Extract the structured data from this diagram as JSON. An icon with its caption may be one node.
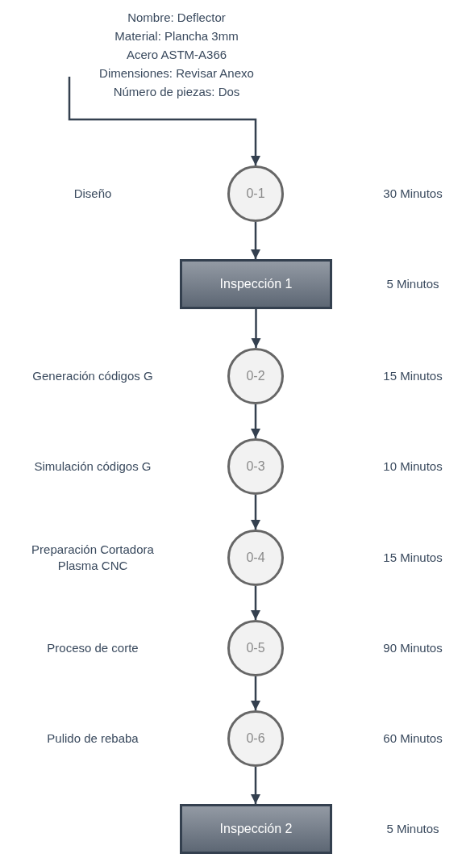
{
  "diagram": {
    "nodes": [
      {
        "text": [
          "Nombre: Deflector",
          "Material: Plancha 3mm",
          "Acero ASTM-A366",
          "Dimensiones: Revisar Anexo",
          "Número de piezas: Dos"
        ]
      },
      {
        "text": [
          "0-1"
        ]
      },
      {
        "text": [
          "Inspección 1"
        ]
      },
      {
        "text": [
          "0-2"
        ]
      },
      {
        "text": [
          "0-3"
        ]
      },
      {
        "text": [
          "0-4"
        ]
      },
      {
        "text": [
          "0-5"
        ]
      },
      {
        "text": [
          "0-6"
        ]
      },
      {
        "text": [
          "Inspección 2"
        ]
      }
    ],
    "edges": [
      {
        "from": 0,
        "to": 1,
        "arrow": "to"
      },
      {
        "from": 1,
        "to": 2,
        "arrow": "to"
      },
      {
        "from": 2,
        "to": 3,
        "arrow": "to"
      },
      {
        "from": 3,
        "to": 4,
        "arrow": "to"
      },
      {
        "from": 4,
        "to": 5,
        "arrow": "to"
      },
      {
        "from": 5,
        "to": 6,
        "arrow": "to"
      },
      {
        "from": 6,
        "to": 7,
        "arrow": "to"
      },
      {
        "from": 7,
        "to": 8,
        "arrow": "to"
      }
    ],
    "labels": [
      "Diseño",
      "30 Minutos",
      "5 Minutos",
      "Generación códigos G",
      "15 Minutos",
      "Simulación códigos G",
      "10 Minutos",
      "Preparación Cortadora Plasma CNC",
      "15 Minutos",
      "Proceso de corte",
      "90 Minutos",
      "Pulido de rebaba",
      "60 Minutos",
      "5 Minutos"
    ]
  }
}
